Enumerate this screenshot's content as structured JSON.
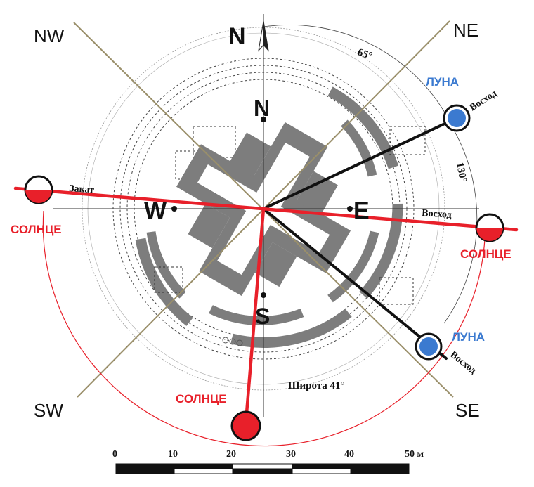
{
  "compass": {
    "north_arrow": "N",
    "directions": {
      "nw": "NW",
      "ne": "NE",
      "sw": "SW",
      "se": "SE"
    },
    "inner": {
      "n": "N",
      "s": "S",
      "e": "E",
      "w": "W"
    }
  },
  "angles": {
    "a65": "65°",
    "a130": "130°"
  },
  "sun_labels": {
    "west": "СОЛНЦЕ",
    "east": "СОЛНЦЕ",
    "south": "СОЛНЦЕ"
  },
  "moon_labels": {
    "ne": "ЛУНА",
    "se": "ЛУНА"
  },
  "events": {
    "sunset": "Закат",
    "sunrise": "Восход",
    "moonrise_ne": "Восход",
    "moonrise_se": "Восход"
  },
  "latitude": "Широта 41°",
  "scale": {
    "ticks": [
      "0",
      "10",
      "20",
      "30",
      "40",
      "50 м"
    ]
  },
  "colors": {
    "sun_red": "#e8202a",
    "moon_blue": "#3b7ad0",
    "structure_gray": "#7d7d7d",
    "axis_olive": "#9a8f6a"
  }
}
